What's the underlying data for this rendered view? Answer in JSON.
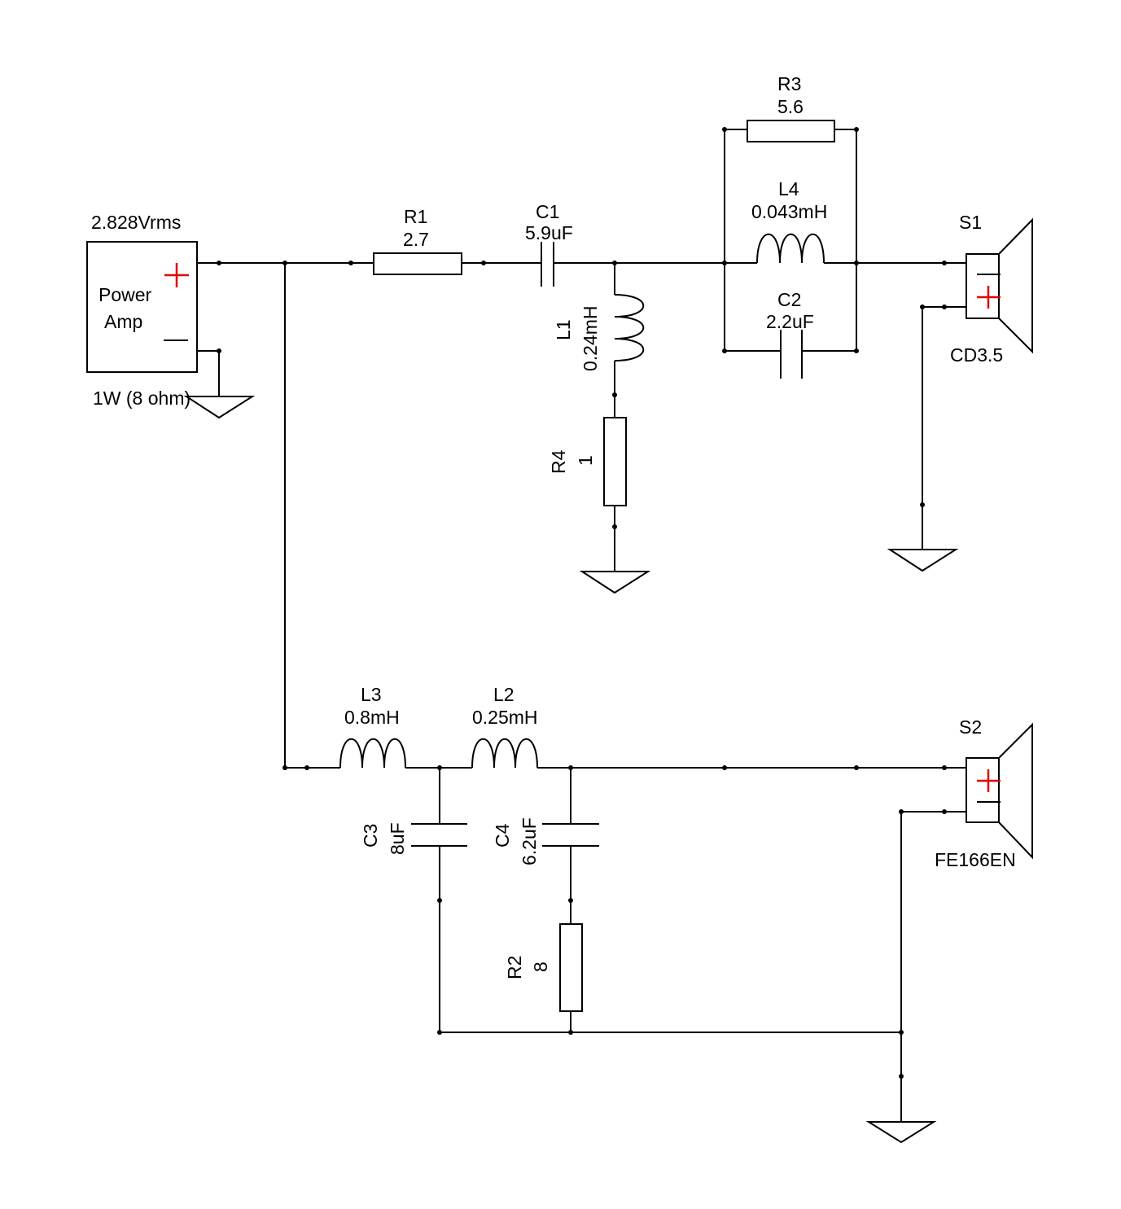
{
  "power_amp": {
    "voltage": "2.828Vrms",
    "name_line1": "Power",
    "name_line2": "Amp",
    "rating": "1W (8 ohm)"
  },
  "components": {
    "r1": {
      "ref": "R1",
      "value": "2.7"
    },
    "c1": {
      "ref": "C1",
      "value": "5.9uF"
    },
    "r3": {
      "ref": "R3",
      "value": "5.6"
    },
    "l4": {
      "ref": "L4",
      "value": "0.043mH"
    },
    "c2": {
      "ref": "C2",
      "value": "2.2uF"
    },
    "l1": {
      "ref": "L1",
      "value": "0.24mH"
    },
    "r4": {
      "ref": "R4",
      "value": "1"
    },
    "l3": {
      "ref": "L3",
      "value": "0.8mH"
    },
    "l2": {
      "ref": "L2",
      "value": "0.25mH"
    },
    "c3": {
      "ref": "C3",
      "value": "8uF"
    },
    "c4": {
      "ref": "C4",
      "value": "6.2uF"
    },
    "r2": {
      "ref": "R2",
      "value": "8"
    }
  },
  "speakers": {
    "s1": {
      "ref": "S1",
      "model": "CD3.5"
    },
    "s2": {
      "ref": "S2",
      "model": "FE166EN"
    }
  },
  "colors": {
    "wire": "#000000",
    "polarity_plus": "#e00000",
    "background": "#ffffff"
  }
}
